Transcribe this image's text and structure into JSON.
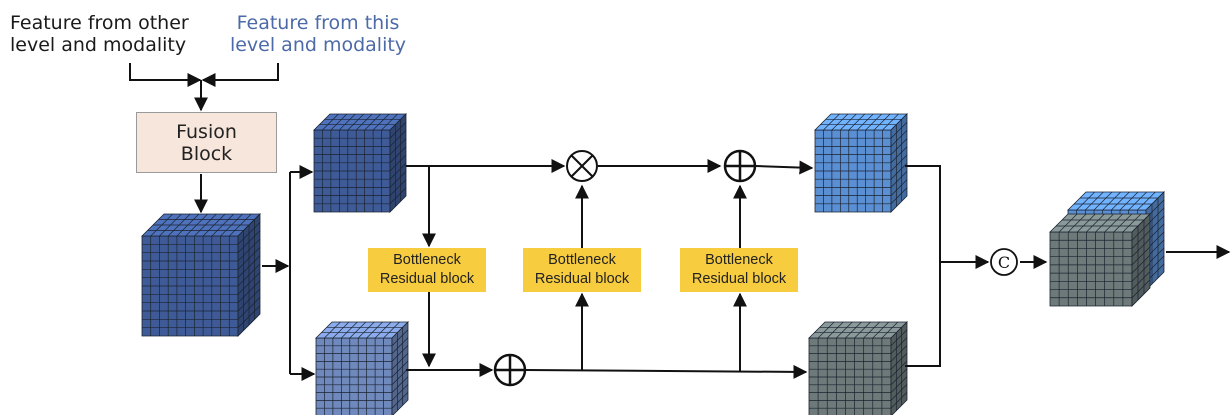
{
  "inputs": {
    "other": [
      "Feature from other",
      "level and modality"
    ],
    "this": [
      "Feature from this",
      "level and modality"
    ]
  },
  "fusion_block": [
    "Fusion",
    "Block"
  ],
  "residual_blocks": [
    [
      "Bottleneck",
      "Residual block"
    ],
    [
      "Bottleneck",
      "Residual block"
    ],
    [
      "Bottleneck",
      "Residual block"
    ]
  ],
  "operators": {
    "concat_symbol": "C",
    "multiply": "multiply-circle",
    "add": "add-circle"
  },
  "colors": {
    "cube_dark_blue": "#3f5b97",
    "cube_light_blue": "#6f89bd",
    "cube_bright_blue": "#5b8fd3",
    "cube_gray": "#6e7a7a",
    "residual_block_fill": "#f7cc3f",
    "fusion_block_fill": "#f7e6dc",
    "label_blue": "#4d6aa8"
  }
}
